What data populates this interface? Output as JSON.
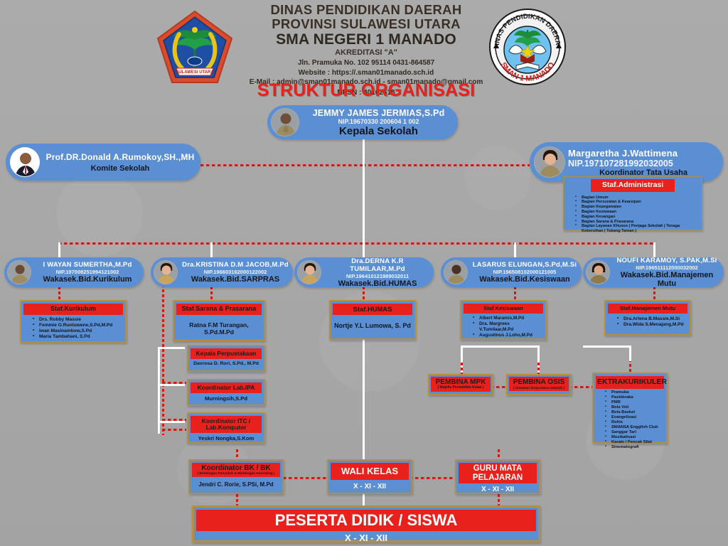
{
  "header": {
    "line1": "DINAS PENDIDIKAN DAERAH",
    "line2": "PROVINSI SULAWESI UTARA",
    "line3": "SMA NEGERI 1 MANADO",
    "akreditasi": "AKREDITASI \"A\"",
    "address": "Jln. Pramuka No. 102  95114   0431-864587",
    "website": "Website :  https://.sman01manado.sch.id",
    "email": "E-Mail : admin@sman01manado.sch.id - sman01manado@gmail.com",
    "npsn": "NPSN : 40102618",
    "title": "STRUKTUR ORGANISASI",
    "logo_left_name": "logo-provinsi-sulawesi-utara",
    "logo_left_ribbon": "SULAWESI UTARA",
    "logo_right_name": "logo-sman-1-manado",
    "logo_right_outer_text": "DINAS PENDIDIKAN DAERAH",
    "logo_right_ribbon": "SMAN 1 MANADO"
  },
  "principal": {
    "name": "JEMMY JAMES JERMIAS,S.Pd",
    "nip": "NIP.19670330 200604 1 002",
    "role": "Kepala Sekolah"
  },
  "committee": {
    "name": "Prof.DR.Donald A.Rumokoy,SH.,MH",
    "role": "Komite Sekolah"
  },
  "tata_usaha": {
    "name": "Margaretha J.Wattimena",
    "nip": "NIP.197107281992032005",
    "role": "Koordinator Tata Usaha",
    "staff_title": "Staf.Administrasi",
    "staff_items": [
      "Bagian Umum",
      "Bagian Persuratan & Kearsipan",
      "Bagian Kepegawaian",
      "Bagian Kesiswaan",
      "Bagian Keuangan",
      "Bagian Sarana & Prasarana",
      "Bagian Layanan Khusus ( Penjaga Sekolah | Tenaga Kebersihan | Tukang Taman )"
    ]
  },
  "wakasek": [
    {
      "name": "I  WAYAN SUMERTHA,M.Pd",
      "nip": "NIP.197008251994121002",
      "role": "Wakasek.Bid.Kurikulum"
    },
    {
      "name": "Dra.KRISTINA D.M JACOB,M.Pd",
      "nip": "NIP.196603162000122002",
      "role": "Wakasek.Bid.SARPRAS"
    },
    {
      "name": "Dra.DERNA K.R TUMILAAR,M.Pd",
      "nip": "NIP.196410121989032011",
      "role": "Wakasek.Bid.HUMAS"
    },
    {
      "name": "LASARUS ELUNGAN,S.Pd,M.Si",
      "nip": "NIP.196508102000121005",
      "role": "Wakasek.Bid.Kesiswaan"
    },
    {
      "name": "NOUFI KARAMOY, S.PAK,M.Si",
      "nip": "NIP.196511112000032002",
      "role": "Wakasek.Bid.Manajemen Mutu"
    }
  ],
  "staff_kurikulum": {
    "title": "Staf.Kurikulum",
    "items": [
      "Drs. Robby Massie",
      "Femmie O.Runtuwene,S.Pd,M.Pd",
      "Iwan Masinambow,S.Pd",
      "Maria Tambahani, S.Pd"
    ]
  },
  "staff_sarpras": {
    "title": "Staf.Sarana & Prasarana",
    "person": "Ratna F.M Turangan, S.Pd.M.Pd"
  },
  "perpustakaan": {
    "title": "Kepala Perpustakaan",
    "person": "Davrosa D. Rori, S.Pd., M.Pd"
  },
  "lab_ipa": {
    "title": "Koordinator Lab.IPA",
    "person": "Murningsih,S.Pd"
  },
  "lab_itc": {
    "title": "Koordinator ITC / Lab.Komputer",
    "person": "Yeskri Nongka,S.Kom"
  },
  "staff_humas": {
    "title": "Staf.HUMAS",
    "person": "Nortje Y.L Lumowa, S. Pd"
  },
  "staff_kesiswaan": {
    "title": "Staf.Kesiswaan",
    "items": [
      "Albert Maramis,M.Pd",
      "Dra. Margrees V.Tumilaar,M.Pd",
      "Augustinus J.Loho,M.Pd"
    ]
  },
  "staff_mutu": {
    "title": "Staf.Manajemen Mutu",
    "items": [
      "Dra.Arlena B.Massie,M.Si",
      "Dra.Wida S.Menajang,M.Pd"
    ]
  },
  "pembina_mpk": {
    "title": "PEMBINA MPK",
    "subtitle": "( Majelis Perwakilan Kelas )"
  },
  "pembina_osis": {
    "title": "PEMBINA OSIS",
    "subtitle": "( Orientasi Siswa Intera sekolah )"
  },
  "ekstrakurikuler": {
    "title": "EKTRAKURIKULER",
    "items": [
      "Pramuka",
      "Paskibraka",
      "PMR",
      "Bola Voli",
      "Bola Basket",
      "Evangelisasi",
      "Rohis",
      "SMANSA Engglish Club",
      "Sanggar Tari",
      "Musikalisasi",
      "Karate / Pencak Silat",
      "Sinematografi"
    ]
  },
  "bk": {
    "title": "Koordinator BK / BK",
    "subtitle": "( Bimbingan Penyuluh & Bimbingan Konseling )",
    "person": "Jendri C. Rorie, S.PSi, M.Pd"
  },
  "wali_kelas": {
    "title": "WALI KELAS",
    "grades": "X - XI - XII"
  },
  "guru_mapel": {
    "title": "GURU MATA PELAJARAN",
    "grades": "X - XI - XII"
  },
  "peserta_didik": {
    "title": "PESERTA DIDIK / SISWA",
    "grades": "X - XI - XII"
  },
  "colors": {
    "background": "#a9a9a9",
    "pill_blue": "#5b8fd4",
    "card_red": "#e8211c",
    "card_border": "#b58f3d",
    "title_red": "#e8211c",
    "connector_white": "#ffffff",
    "connector_red": "#d01b17"
  }
}
